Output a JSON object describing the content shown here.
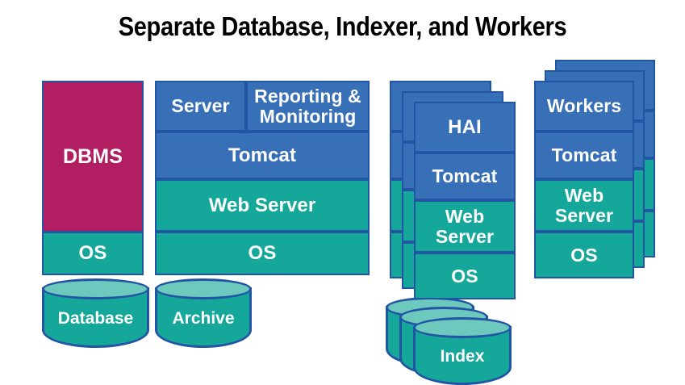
{
  "title": "Separate Database, Indexer, and Workers",
  "colors": {
    "blue": "#3870b8",
    "teal": "#15a89a",
    "crimson": "#b21e62",
    "stroke": "#2255a4",
    "cylinder_top": "#6dc9be",
    "text": "#ffffff",
    "title_text": "#000000",
    "background": "#ffffff"
  },
  "columns": [
    {
      "id": "database-node",
      "name": "Database",
      "stacked": false,
      "stack_count": 1,
      "layers": [
        {
          "label": "DBMS",
          "color": "crimson"
        },
        {
          "label": "OS",
          "color": "teal"
        }
      ],
      "storage": {
        "label": "Database",
        "shape": "cylinder"
      }
    },
    {
      "id": "server-node",
      "name": "Server",
      "stacked": false,
      "stack_count": 1,
      "layers": [
        {
          "label": "Server",
          "color": "blue",
          "split_with": "Reporting & Monitoring"
        },
        {
          "label": "Tomcat",
          "color": "blue"
        },
        {
          "label": "Web Server",
          "color": "teal"
        },
        {
          "label": "OS",
          "color": "teal"
        }
      ],
      "split_label": "Reporting & Monitoring",
      "storage": {
        "label": "Archive",
        "shape": "cylinder"
      }
    },
    {
      "id": "indexer-node",
      "name": "Indexer",
      "stacked": true,
      "stack_count": 3,
      "layers": [
        {
          "label": "HAI",
          "color": "blue"
        },
        {
          "label": "Tomcat",
          "color": "blue"
        },
        {
          "label": "Web Server",
          "color": "teal"
        },
        {
          "label": "OS",
          "color": "teal"
        }
      ],
      "storage": {
        "label": "Index",
        "shape": "cylinder",
        "count": 3
      }
    },
    {
      "id": "workers-node",
      "name": "Workers",
      "stacked": true,
      "stack_count": 3,
      "layers": [
        {
          "label": "Workers",
          "color": "blue"
        },
        {
          "label": "Tomcat",
          "color": "blue"
        },
        {
          "label": "Web Server",
          "color": "teal"
        },
        {
          "label": "OS",
          "color": "teal"
        }
      ],
      "storage": null
    }
  ]
}
